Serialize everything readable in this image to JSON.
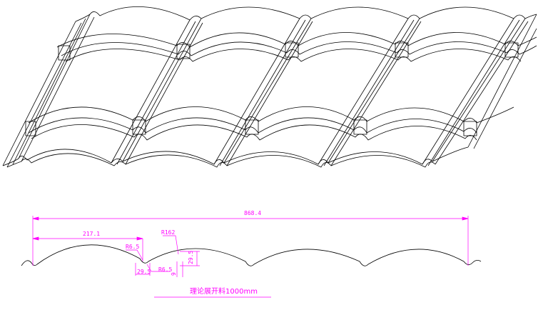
{
  "drawing": {
    "dimensions": {
      "overall_width": "868.4",
      "pitch": "217.1",
      "arc_radius": "R162",
      "fillet_radius_top": "R6.5",
      "fillet_radius_bottom": "R6.5",
      "step_width": "29.5",
      "wave_height": "29.5",
      "step_height": "9"
    },
    "caption": "理论展开料1000mm"
  },
  "colors": {
    "dimension": "#ff00ff",
    "line": "#000000"
  }
}
